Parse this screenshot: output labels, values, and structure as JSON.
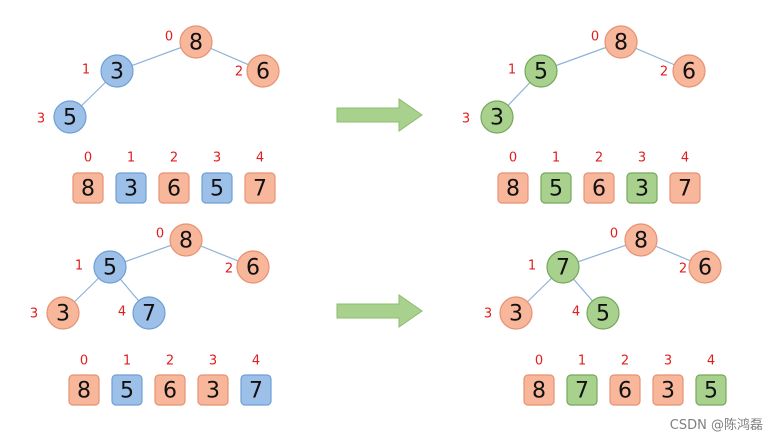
{
  "colors": {
    "orange_fill": "#F8B69B",
    "orange_stroke": "#E69272",
    "blue_fill": "#9DC0E8",
    "blue_stroke": "#6E9FD6",
    "green_fill": "#A9D18E",
    "green_stroke": "#75A85A",
    "index_red": "#E01E1E",
    "edge": "#8FB2D9",
    "arrow_fill": "#A9D18E",
    "arrow_stroke": "#8CBB6F"
  },
  "panels": [
    {
      "id": "top-left",
      "nodes": [
        {
          "index": "0",
          "value": "8",
          "color": "orange"
        },
        {
          "index": "1",
          "value": "3",
          "color": "blue"
        },
        {
          "index": "2",
          "value": "6",
          "color": "orange"
        },
        {
          "index": "3",
          "value": "5",
          "color": "blue"
        }
      ],
      "edges": [
        [
          0,
          1
        ],
        [
          0,
          2
        ],
        [
          1,
          3
        ]
      ],
      "array": [
        {
          "index": "0",
          "value": "8",
          "color": "orange"
        },
        {
          "index": "1",
          "value": "3",
          "color": "blue"
        },
        {
          "index": "2",
          "value": "6",
          "color": "orange"
        },
        {
          "index": "3",
          "value": "5",
          "color": "blue"
        },
        {
          "index": "4",
          "value": "7",
          "color": "orange"
        }
      ]
    },
    {
      "id": "top-right",
      "nodes": [
        {
          "index": "0",
          "value": "8",
          "color": "orange"
        },
        {
          "index": "1",
          "value": "5",
          "color": "green"
        },
        {
          "index": "2",
          "value": "6",
          "color": "orange"
        },
        {
          "index": "3",
          "value": "3",
          "color": "green"
        }
      ],
      "edges": [
        [
          0,
          1
        ],
        [
          0,
          2
        ],
        [
          1,
          3
        ]
      ],
      "array": [
        {
          "index": "0",
          "value": "8",
          "color": "orange"
        },
        {
          "index": "1",
          "value": "5",
          "color": "green"
        },
        {
          "index": "2",
          "value": "6",
          "color": "orange"
        },
        {
          "index": "3",
          "value": "3",
          "color": "green"
        },
        {
          "index": "4",
          "value": "7",
          "color": "orange"
        }
      ]
    },
    {
      "id": "bottom-left",
      "nodes": [
        {
          "index": "0",
          "value": "8",
          "color": "orange"
        },
        {
          "index": "1",
          "value": "5",
          "color": "blue"
        },
        {
          "index": "2",
          "value": "6",
          "color": "orange"
        },
        {
          "index": "3",
          "value": "3",
          "color": "orange"
        },
        {
          "index": "4",
          "value": "7",
          "color": "blue"
        }
      ],
      "edges": [
        [
          0,
          1
        ],
        [
          0,
          2
        ],
        [
          1,
          3
        ],
        [
          1,
          4
        ]
      ],
      "array": [
        {
          "index": "0",
          "value": "8",
          "color": "orange"
        },
        {
          "index": "1",
          "value": "5",
          "color": "blue"
        },
        {
          "index": "2",
          "value": "6",
          "color": "orange"
        },
        {
          "index": "3",
          "value": "3",
          "color": "orange"
        },
        {
          "index": "4",
          "value": "7",
          "color": "blue"
        }
      ]
    },
    {
      "id": "bottom-right",
      "nodes": [
        {
          "index": "0",
          "value": "8",
          "color": "orange"
        },
        {
          "index": "1",
          "value": "7",
          "color": "green"
        },
        {
          "index": "2",
          "value": "6",
          "color": "orange"
        },
        {
          "index": "3",
          "value": "3",
          "color": "orange"
        },
        {
          "index": "4",
          "value": "5",
          "color": "green"
        }
      ],
      "edges": [
        [
          0,
          1
        ],
        [
          0,
          2
        ],
        [
          1,
          3
        ],
        [
          1,
          4
        ]
      ],
      "array": [
        {
          "index": "0",
          "value": "8",
          "color": "orange"
        },
        {
          "index": "1",
          "value": "7",
          "color": "green"
        },
        {
          "index": "2",
          "value": "6",
          "color": "orange"
        },
        {
          "index": "3",
          "value": "3",
          "color": "orange"
        },
        {
          "index": "4",
          "value": "5",
          "color": "green"
        }
      ]
    }
  ],
  "watermark": "CSDN @陈鸿磊"
}
